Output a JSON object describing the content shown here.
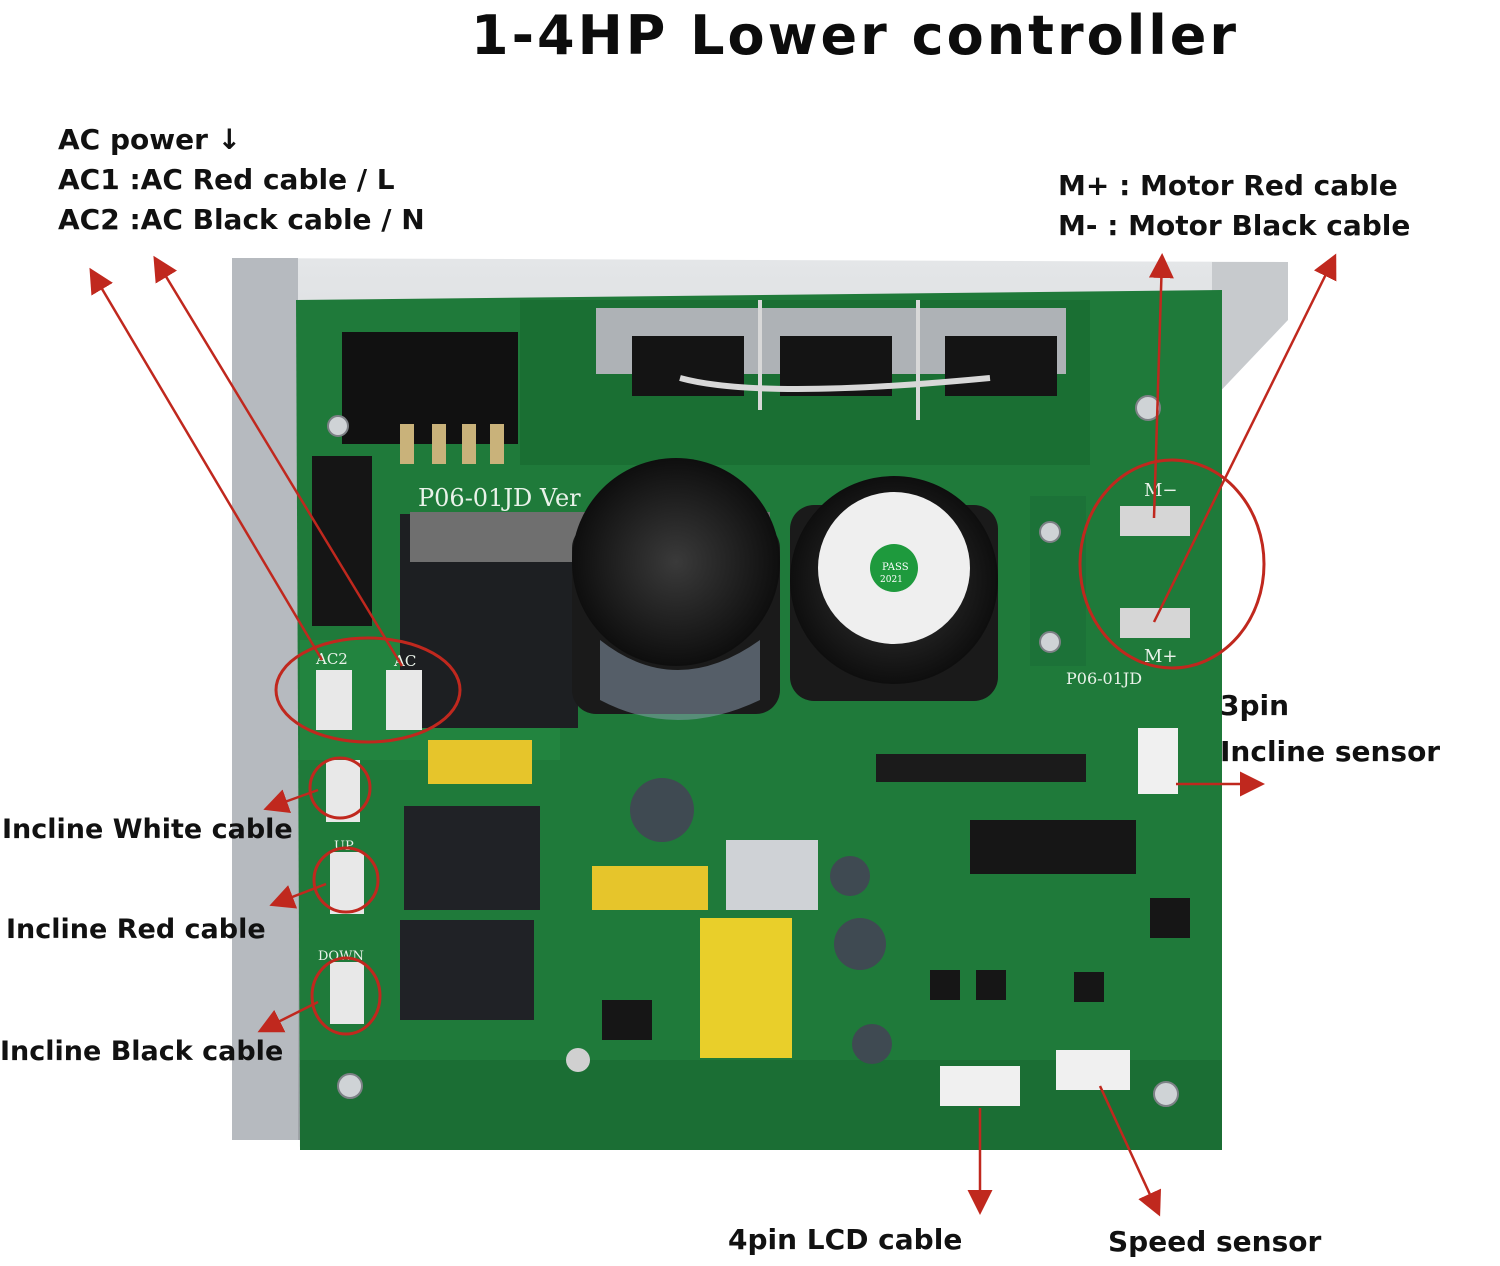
{
  "title": "1-4HP Lower controller",
  "labels": {
    "ac_power": "AC power ↓",
    "ac1": "AC1 :AC Red cable / L",
    "ac2": "AC2 :AC Black cable / N",
    "motor_red": "M+ : Motor Red cable",
    "motor_black": "M- : Motor Black cable",
    "pin3": "3pin",
    "incline_sensor": "Incline sensor",
    "incline_white": "Incline White cable",
    "incline_red": "Incline Red cable",
    "incline_black": "Incline Black cable",
    "lcd_cable": "4pin LCD cable",
    "speed_sensor": "Speed sensor"
  },
  "board": {
    "model_top": "P06-01JD Ver",
    "model_bottom": "P06-01JD",
    "silk_ac2": "AC2",
    "silk_ac1": "AC",
    "silk_m_minus": "M−",
    "silk_m_plus": "M+",
    "silk_up": "UP",
    "silk_down": "DOWN",
    "pass_sticker": "PASS",
    "pass_year": "2021"
  },
  "colors": {
    "pcb": "#1f7a3a",
    "pcb_dark": "#145a2a",
    "heatsink": "#c9ccd0",
    "annotation": "#c0281e",
    "capacitor": "#1a1a1a",
    "relay": "#202226"
  }
}
